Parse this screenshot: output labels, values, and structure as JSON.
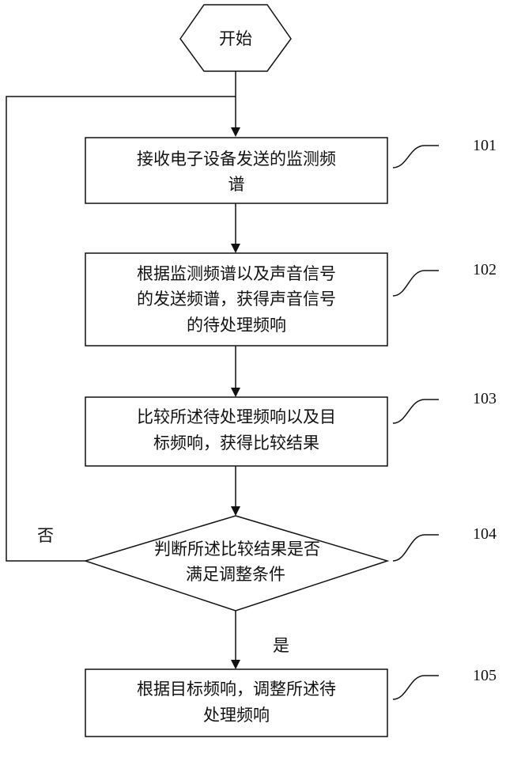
{
  "start": {
    "label": "开始"
  },
  "steps": [
    {
      "id": "101",
      "lines": [
        "接收电子设备发送的监测频",
        "谱"
      ]
    },
    {
      "id": "102",
      "lines": [
        "根据监测频谱以及声音信号",
        "的发送频谱，获得声音信号",
        "的待处理频响"
      ]
    },
    {
      "id": "103",
      "lines": [
        "比较所述待处理频响以及目",
        "标频响，获得比较结果"
      ]
    },
    {
      "id": "104",
      "lines": [
        "判断所述比较结果是否",
        "满足调整条件"
      ]
    },
    {
      "id": "105",
      "lines": [
        "根据目标频响，调整所述待",
        "处理频响"
      ]
    }
  ],
  "branches": {
    "no": "否",
    "yes": "是"
  }
}
